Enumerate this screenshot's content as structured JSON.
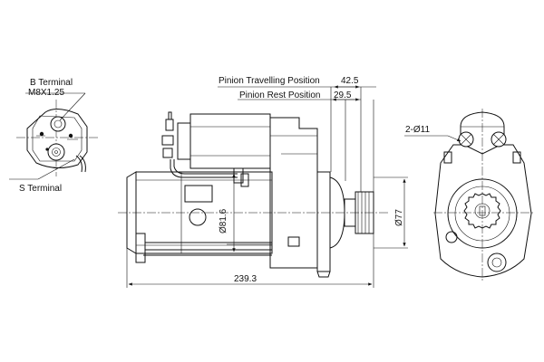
{
  "labels": {
    "b_terminal": "B Terminal",
    "b_thread": "M8X1.25",
    "s_terminal": "S Terminal",
    "pinion_travelling": "Pinion Travelling Position",
    "pinion_rest": "Pinion Rest Position",
    "mount_holes": "2-Ø11"
  },
  "dimensions": {
    "travel": "42.5",
    "rest": "29.5",
    "body_dia": "Ø81.6",
    "pilot_dia": "Ø77",
    "overall_length": "239.3"
  }
}
